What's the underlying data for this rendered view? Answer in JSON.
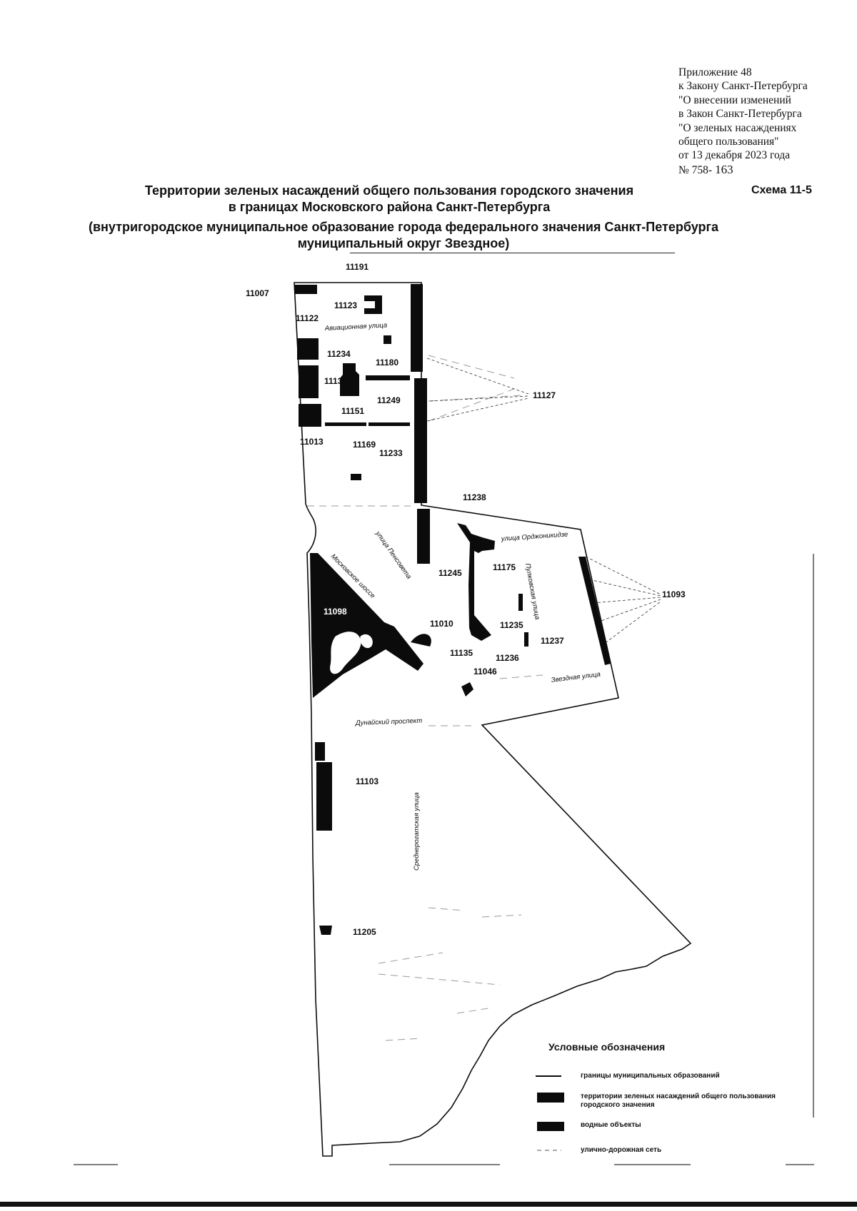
{
  "appendix": {
    "lines": [
      "Приложение 48",
      "к Закону Санкт-Петербурга",
      "\"О внесении  изменений",
      "в Закон Санкт-Петербурга",
      "\"О зеленых насаждениях",
      "общего пользования\"",
      "от 13 декабря 2023 года"
    ],
    "number_prefix": "№ 758-",
    "number_handwritten": "163"
  },
  "title": {
    "line1": "Территории зеленых насаждений общего пользования городского значения",
    "line2": "в границах Московского района Санкт-Петербурга",
    "line3": "(внутригородское муниципальное образование города федерального значения Санкт-Петербурга",
    "line4": "муниципальный округ Звездное)"
  },
  "scheme_code": "Схема 11-5",
  "object_labels": {
    "l11191": "11191",
    "l11007": "11007",
    "l11123": "11123",
    "l11122": "11122",
    "l11234": "11234",
    "l11180": "11180",
    "l11138": "11138",
    "l11249": "11249",
    "l11151": "11151",
    "l11127": "11127",
    "l11013": "11013",
    "l11169": "11169",
    "l11233": "11233",
    "l11238": "11238",
    "l11245": "11245",
    "l11175": "11175",
    "l11093": "11093",
    "l11098": "11098",
    "l11010": "11010",
    "l11235": "11235",
    "l11237": "11237",
    "l11135": "11135",
    "l11236": "11236",
    "l11046": "11046",
    "l11103": "11103",
    "l11205": "11205"
  },
  "streets": {
    "aviation": "Авиационная улица",
    "moscow_hwy": "Московское шоссе",
    "pensovet": "улица Пенсовета",
    "ordzhonikidze": "улица Орджоникидзе",
    "pulkovo": "Пулковская улица",
    "zvezdnaya": "Звездная улица",
    "danube": "Дунайский проспект",
    "silver": "Среднерогатская улица"
  },
  "legend": {
    "title": "Условные обозначения",
    "items": [
      "границы муниципальных образований",
      "территории зеленых насаждений общего пользования городского значения",
      "водные объекты",
      "улично-дорожная сеть"
    ]
  },
  "colors": {
    "ink": "#0b0b0b",
    "paper": "#ffffff",
    "road": "#9a9a9a"
  }
}
